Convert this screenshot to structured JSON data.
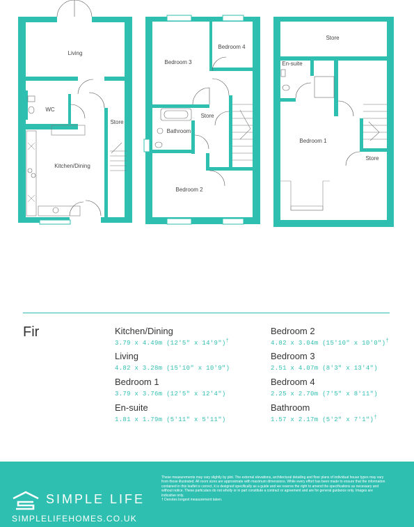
{
  "floor_plans": {
    "ground": {
      "rooms": {
        "living": "Living",
        "wc": "WC",
        "store": "Store",
        "kitchen_dining": "Kitchen/Dining"
      }
    },
    "first": {
      "rooms": {
        "bedroom_3": "Bedroom 3",
        "bedroom_4": "Bedroom 4",
        "store": "Store",
        "bathroom": "Bathroom",
        "bedroom_2": "Bedroom 2"
      }
    },
    "second": {
      "rooms": {
        "store_top": "Store",
        "en_suite": "En-suite",
        "bedroom_1": "Bedroom 1",
        "store_small": "Store"
      }
    },
    "wall_color": "#2ebfb0"
  },
  "house_name": "Fir",
  "rooms": [
    {
      "name": "Kitchen/Dining",
      "dimensions": "3.79 x 4.49m (12'5\" x 14'9\")",
      "mark": "†"
    },
    {
      "name": "Living",
      "dimensions": "4.82 x 3.28m (15'10\" x 10'9\")",
      "mark": ""
    },
    {
      "name": "Bedroom 1",
      "dimensions": "3.79 x 3.76m (12'5\" x 12'4\")",
      "mark": ""
    },
    {
      "name": "En-suite",
      "dimensions": "1.81 x 1.79m (5'11\" x 5'11\")",
      "mark": ""
    },
    {
      "name": "Bedroom 2",
      "dimensions": "4.82 x 3.04m (15'10\" x 10'0\")",
      "mark": "†"
    },
    {
      "name": "Bedroom 3",
      "dimensions": "2.51 x 4.07m (8'3\" x 13'4\")",
      "mark": ""
    },
    {
      "name": "Bedroom 4",
      "dimensions": "2.25 x 2.70m (7'5\" x 8'11\")",
      "mark": ""
    },
    {
      "name": "Bathroom",
      "dimensions": "1.57 x 2.17m (5'2\" x 7'1\")",
      "mark": "†"
    }
  ],
  "footer": {
    "brand": "SIMPLE LIFE",
    "website": "SIMPLELIFEHOMES.CO.UK",
    "disclaimer": "These measurements may vary slightly by plot. The external elevations, architectural detailing and floor plans of individual house types may vary from those illustrated. All room sizes are approximate with maximum dimensions. While every effort has been made to ensure that the information contained in this leaflet is correct, it is designed specifically as a guide and we reserve the right to amend the specifications as necessary and without notice. These particulars do not wholly or in part constitute a contract or agreement and are for general guidance only. Images are indicative only.",
    "footnote": "† Denotes longest measurement taken.",
    "accent_color": "#2ebfb0"
  }
}
